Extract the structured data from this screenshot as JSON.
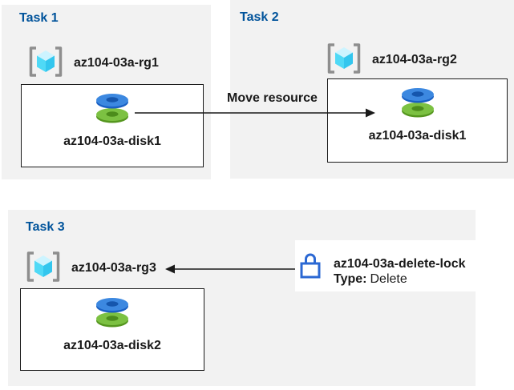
{
  "colors": {
    "panel_bg": "#f2f2f2",
    "title_blue": "#00539b",
    "text": "#1a1a1a",
    "lock_blue": "#2b68d3",
    "cube_cyan": "#50e6ff",
    "disk_blue": "#3c88e0",
    "disk_green": "#7cc142"
  },
  "tasks": [
    {
      "title": "Task 1",
      "rg": "az104-03a-rg1",
      "disk": "az104-03a-disk1"
    },
    {
      "title": "Task 2",
      "rg": "az104-03a-rg2",
      "disk": "az104-03a-disk1"
    },
    {
      "title": "Task 3",
      "rg": "az104-03a-rg3",
      "disk": "az104-03a-disk2"
    }
  ],
  "labels": {
    "move_resource": "Move resource"
  },
  "lock": {
    "name": "az104-03a-delete-lock",
    "type_label": "Type:",
    "type_value": "Delete"
  },
  "icons": {
    "resource_group": "resource-group-icon",
    "disk": "disk-icon",
    "lock": "lock-icon"
  }
}
